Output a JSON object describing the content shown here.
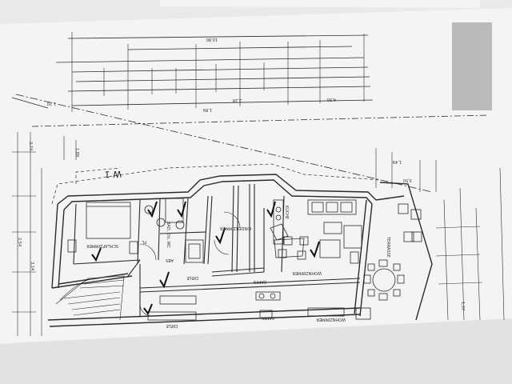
{
  "photo": {
    "subject": "floor-plan-printout",
    "paper_color": "#f4f4f2",
    "line_color": "#2b2b2b",
    "background_color": "#d9d8d4"
  },
  "plan": {
    "floor_label": "W 1",
    "rooms": {
      "schlafzimmer": "SCHLAFZIMMER",
      "bad_wc": "BAD, DU, WC",
      "fl": "FL",
      "abs": "ABS",
      "diele": "DIELE",
      "kinderzimmer": "KINDERZIMMER",
      "kueche": "KÜCHE",
      "wohnzimmer": "WOHNZIMMER",
      "terrasse": "TERRASSE",
      "kamin": "KAMIN",
      "diele_lower": "DIELE",
      "wohnzimmer_lower": "WOHNZIMMER",
      "kamin_lower": "KAMIN"
    },
    "dimensions": {
      "top_total": "10,80",
      "top_a": "1,20",
      "top_b": "2,28",
      "top_c": "1,89",
      "top_d": "4,30",
      "top_e": "1,49",
      "left_a": "3,74",
      "left_b": "1,89",
      "left_c": "2,54",
      "left_d": "3,14",
      "right_a": "3,50",
      "right_b": "1,37"
    }
  }
}
